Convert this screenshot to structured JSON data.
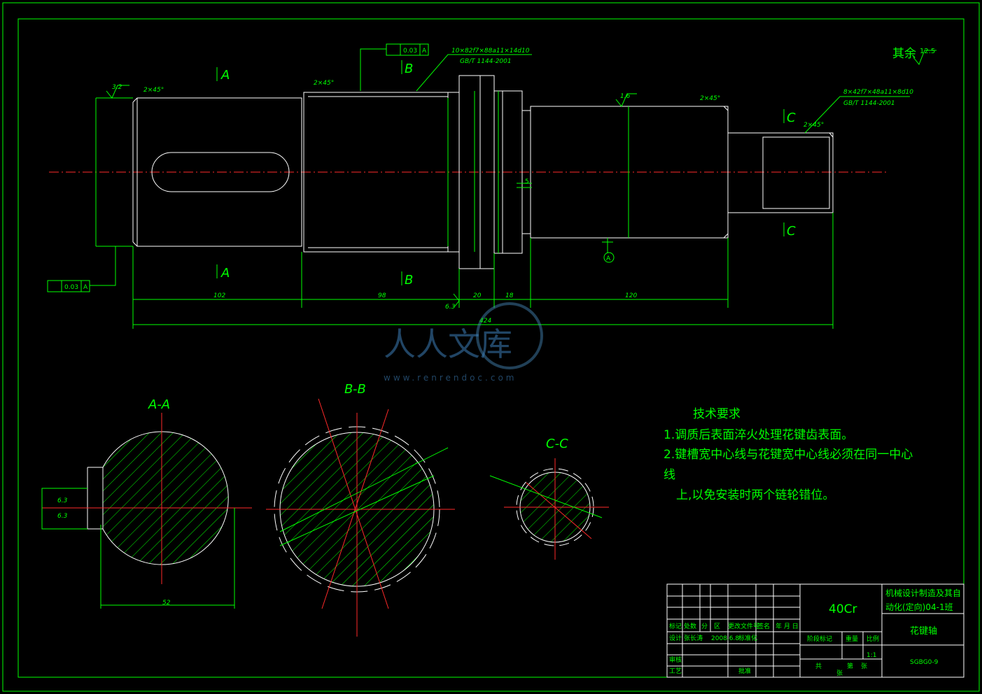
{
  "sections": {
    "a_left_top": "A",
    "a_left_bottom": "A",
    "b_top": "B",
    "b_bottom": "B",
    "c_top": "C",
    "c_bottom": "C",
    "aa_title": "A-A",
    "bb_title": "B-B",
    "cc_title": "C-C"
  },
  "surface": {
    "rest_label": "其余",
    "rest_value": "12.5"
  },
  "annotations": {
    "spline1_spec": "10×82f7×88a11×14d10",
    "spline1_std": "GB/T 1144-2001",
    "spline2_spec": "8×42f7×48a11×8d10",
    "spline2_std": "GB/T 1144-2001",
    "chamfer1": "2×45°",
    "chamfer2": "2×45°",
    "chamfer3": "2×45°",
    "chamfer4": "2×45°",
    "rough_3_2": "3.2",
    "rough_1_6": "1.6",
    "rough_6_3": "6.3",
    "tol_top": "0.03",
    "tol_top_datum": "A",
    "tol_left": "0.03",
    "tol_left_datum": "A",
    "datum_a": "A",
    "dim_groove": "5"
  },
  "dims": {
    "d102": "102",
    "d98": "98",
    "d20": "20",
    "d18": "18",
    "d120": "120",
    "d424": "424",
    "d52": "52",
    "d6_3": "6.3",
    "d6_3b": "6.3"
  },
  "tech": {
    "title": "技术要求",
    "line1": "1.调质后表面淬火处理花键齿表面。",
    "line2a": "2.键槽宽中心线与花键宽中心线必须在同一中心",
    "line2b": "线",
    "line3": "上,以免安装时两个链轮错位。"
  },
  "title_block": {
    "material": "40Cr",
    "school_line1": "机械设计制造及其自",
    "school_line2": "动化(定向)04-1班",
    "part_name": "花键轴",
    "drawing_no": "SGBG0-9",
    "scale": "1:1",
    "h_mark": "标记",
    "h_count": "处数",
    "h_zone": "分　区",
    "h_doc": "更改文件号",
    "h_sign": "签名",
    "h_date": "年 月 日",
    "h_design": "设计",
    "designer": "张长涛",
    "design_date": "2008.6.8",
    "h_std": "标准化",
    "h_stage": "阶段标记",
    "h_weight": "重量",
    "h_scale": "比例",
    "h_review": "审核",
    "h_process": "工艺",
    "h_approve": "批准",
    "h_total": "共",
    "h_sheet": "张",
    "h_page": "第",
    "h_page2": "张"
  },
  "watermark": {
    "text": "人人文库",
    "url": "www.renrendoc.com"
  }
}
